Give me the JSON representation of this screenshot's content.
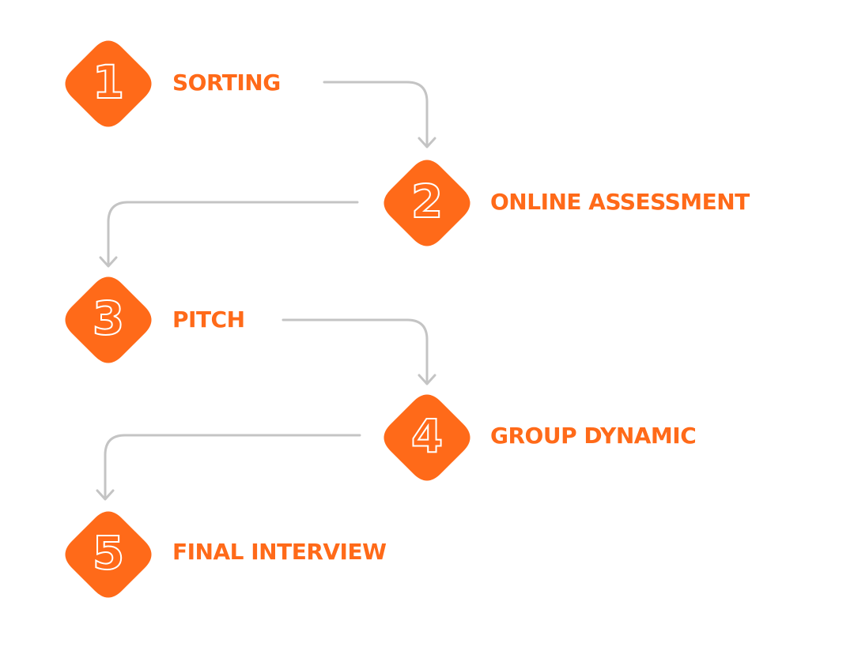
{
  "diagram": {
    "accent_color": "#ff6a19",
    "connector_color": "#c4c4c4",
    "steps": [
      {
        "number": "1",
        "label": "SORTING"
      },
      {
        "number": "2",
        "label": "ONLINE ASSESSMENT"
      },
      {
        "number": "3",
        "label": "PITCH"
      },
      {
        "number": "4",
        "label": "GROUP DYNAMIC"
      },
      {
        "number": "5",
        "label": "FINAL INTERVIEW"
      }
    ]
  }
}
